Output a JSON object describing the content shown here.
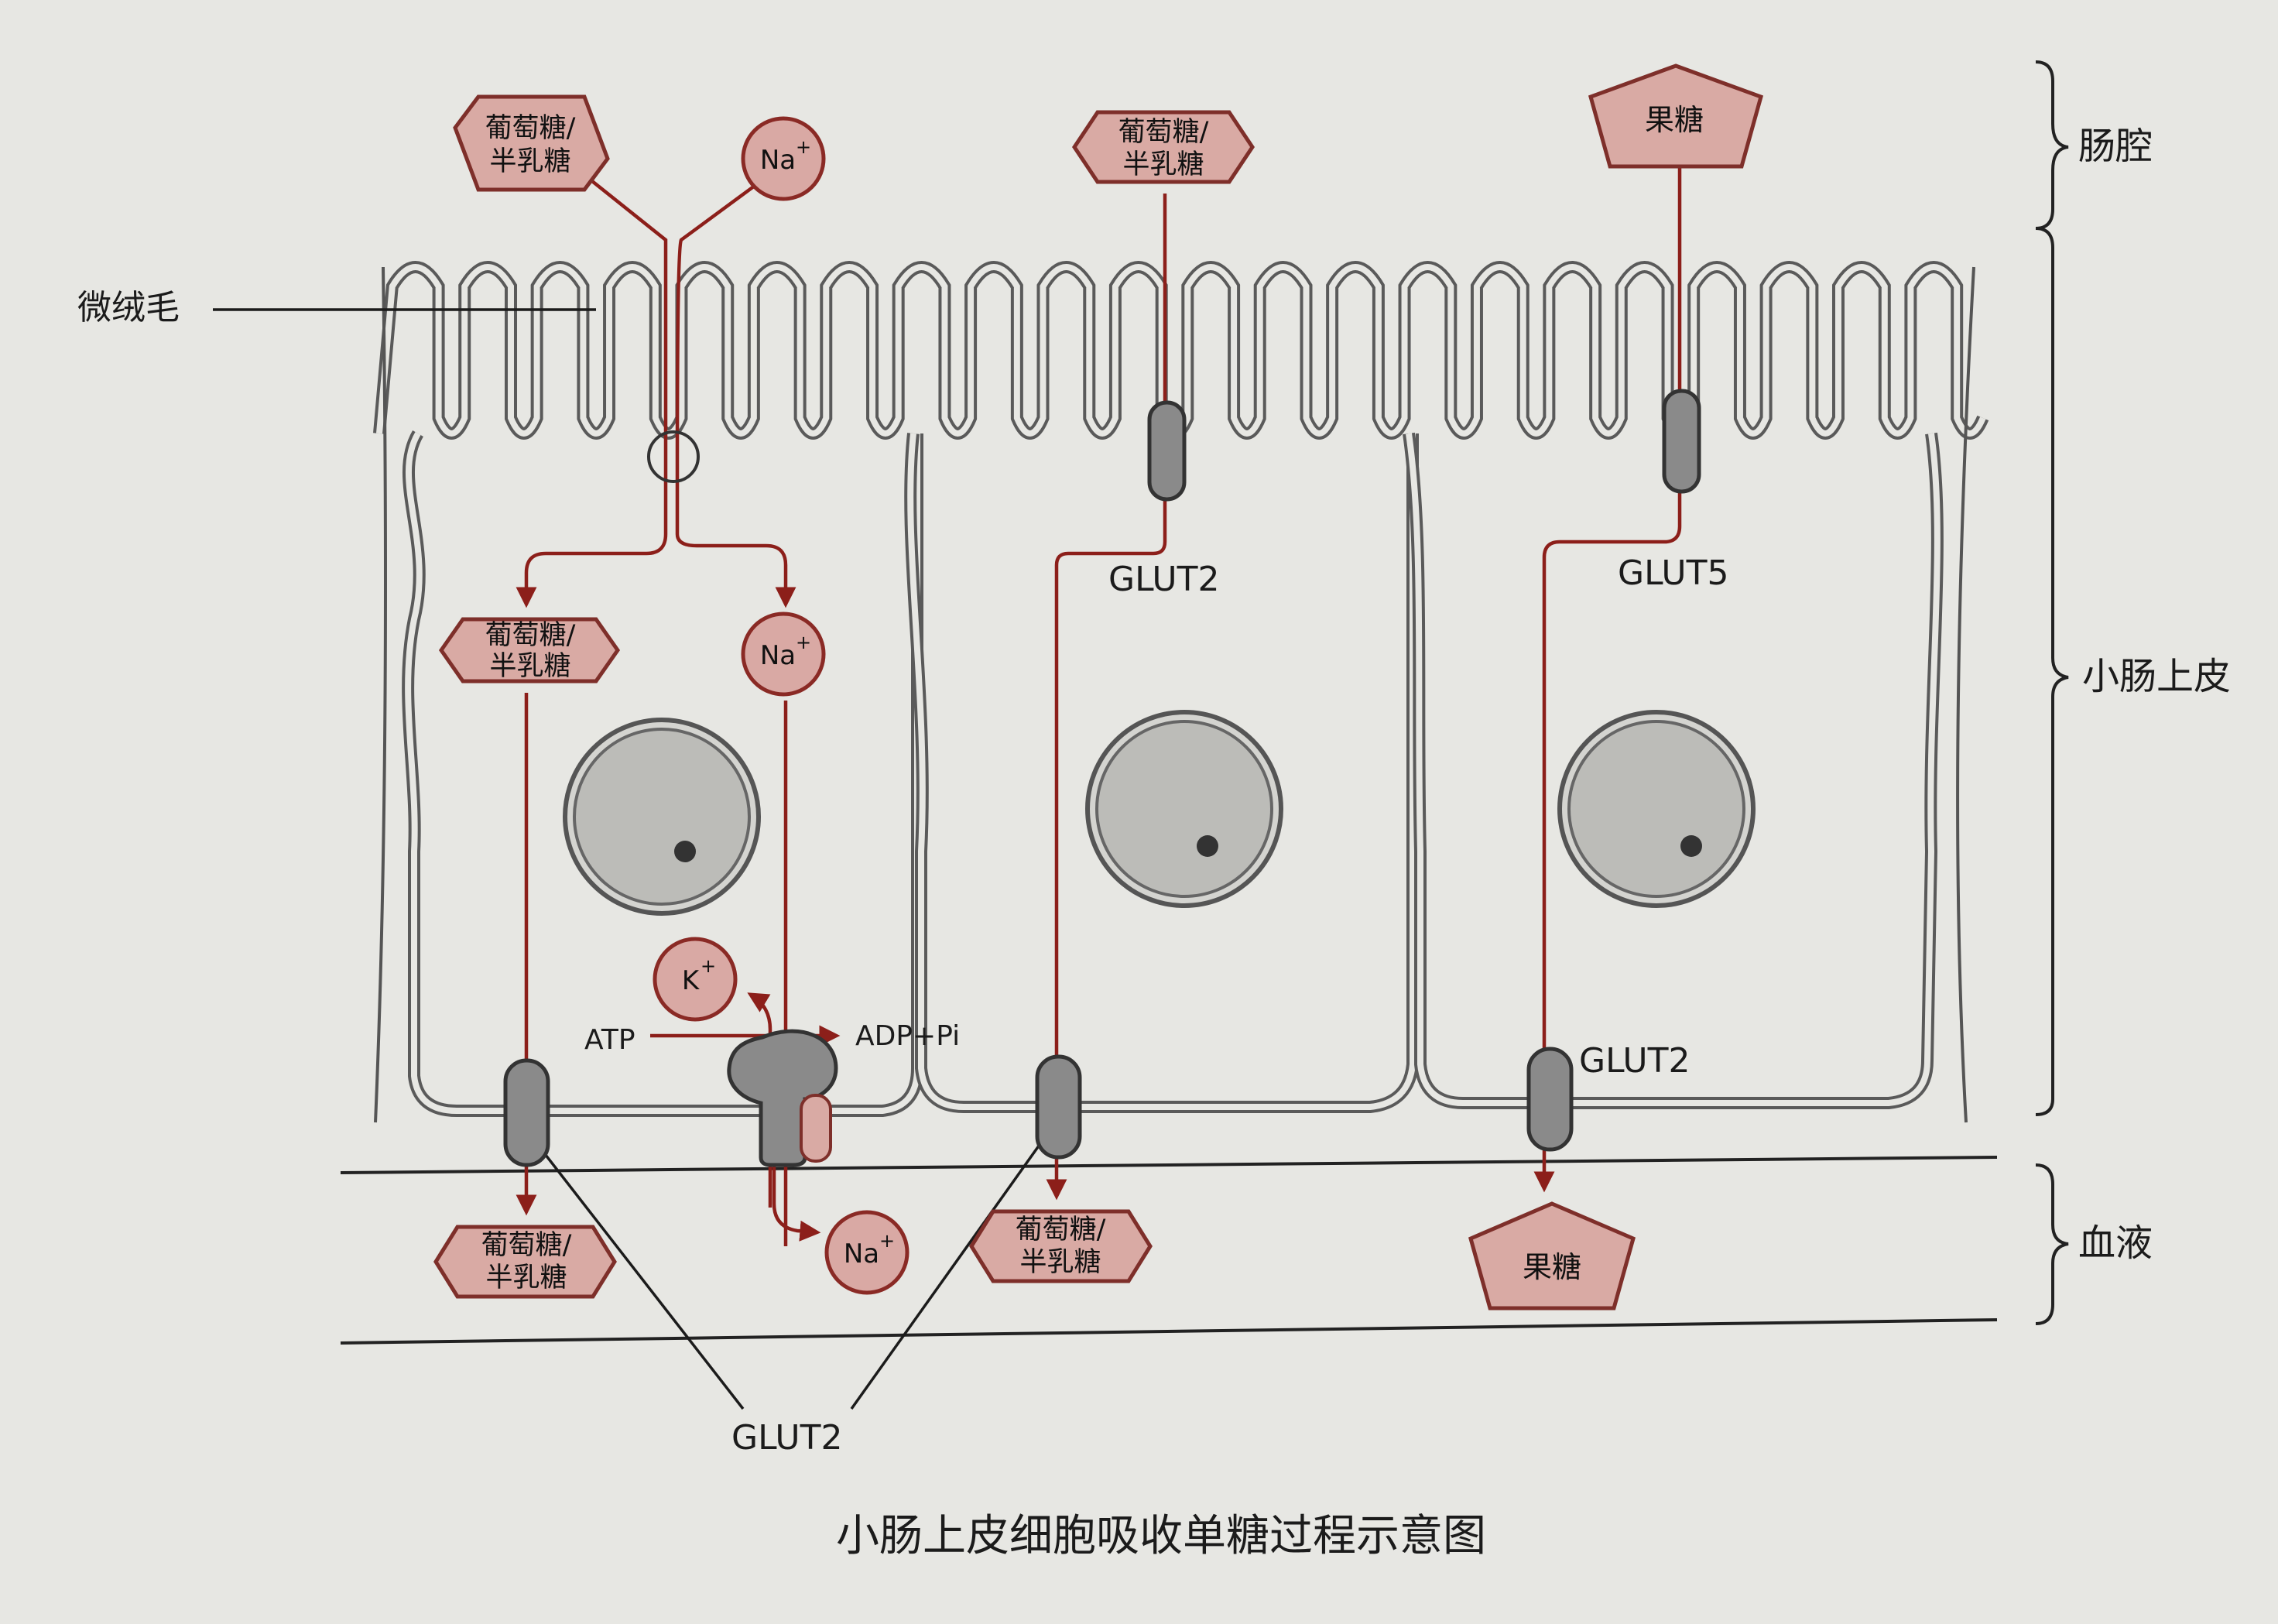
{
  "caption": "小肠上皮细胞吸收单糖过程示意图",
  "regions": {
    "lumen": "肠腔",
    "epithelium": "小肠上皮",
    "blood": "血液"
  },
  "microvilli_label": "微绒毛",
  "molecules": {
    "glucose_galactose_line1": "葡萄糖/",
    "glucose_galactose_line2": "半乳糖",
    "fructose": "果糖",
    "sodium": "Na",
    "potassium": "K",
    "plus": "+"
  },
  "transporters": {
    "glut2_apical": "GLUT2",
    "glut5_apical": "GLUT5",
    "glut2_basal_cell3": "GLUT2",
    "glut2_basal_shared": "GLUT2"
  },
  "pump": {
    "atp": "ATP",
    "adp": "ADP+Pi"
  },
  "colors": {
    "arrow": "#8c1f1a",
    "molecule_fill": "#d9aaa4",
    "transporter": "#8a8a8a",
    "membrane": "#555555",
    "background": "#e7e7e3"
  },
  "icons": {
    "hexagon": "glucose-galactose-hexagon",
    "pentagon": "fructose-pentagon",
    "circle": "ion-circle"
  }
}
